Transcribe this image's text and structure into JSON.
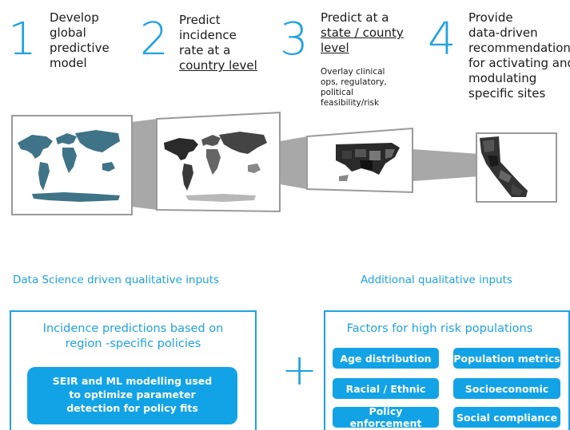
{
  "steps": [
    {
      "number": "1",
      "lines": [
        "Develop",
        "global",
        "predictive",
        "model"
      ]
    },
    {
      "number": "2",
      "lines": [
        "Predict",
        "incidence",
        "rate at a"
      ],
      "underlined": "country level "
    },
    {
      "number": "3",
      "lines": [
        "Predict at a"
      ],
      "underlined_lines": [
        "state / county ",
        "level"
      ],
      "note": [
        "Overlay clinical",
        "ops, regulatory,",
        "political",
        "feasibility/risk"
      ]
    },
    {
      "number": "4",
      "lines": [
        "Provide",
        "data-driven",
        "recommendation",
        "for activating and",
        "modulating",
        "specific sites"
      ]
    }
  ],
  "left_section": {
    "title": "Data Science driven qualitative inputs",
    "box_title": [
      "Incidence predictions based on",
      "region -specific policies"
    ],
    "pill": [
      "SEIR and ML modelling used",
      "to optimize parameter",
      "detection for policy fits"
    ]
  },
  "plus_symbol": "+",
  "right_section": {
    "title": "Additional qualitative inputs",
    "box_title": "Factors for high risk populations",
    "factors": [
      "Age distribution",
      "Population metrics",
      "Racial / Ethnic",
      "Socioeconomic",
      "Policy enforcement",
      "Social compliance"
    ]
  },
  "colors": {
    "accent": "#1fa2e0",
    "pill": "#12a3e6",
    "map_world": "#3f7388",
    "map_dark": "#2a2a2a",
    "frame": "#9a9a9a",
    "funnel": "#a8a8a8"
  }
}
